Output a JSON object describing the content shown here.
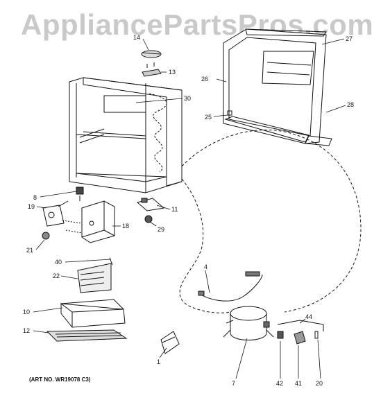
{
  "watermark": "AppliancePartsPros.com",
  "art_number": "(ART NO. WR19078 C3)",
  "callouts": {
    "c1": "1",
    "c4": "4",
    "c7": "7",
    "c8": "8",
    "c10": "10",
    "c11": "11",
    "c12": "12",
    "c13": "13",
    "c14": "14",
    "c18": "18",
    "c19": "19",
    "c20": "20",
    "c21": "21",
    "c22": "22",
    "c25": "25",
    "c26": "26",
    "c27": "27",
    "c28": "28",
    "c29": "29",
    "c30": "30",
    "c40": "40",
    "c41": "41",
    "c42": "42",
    "c44": "44"
  }
}
